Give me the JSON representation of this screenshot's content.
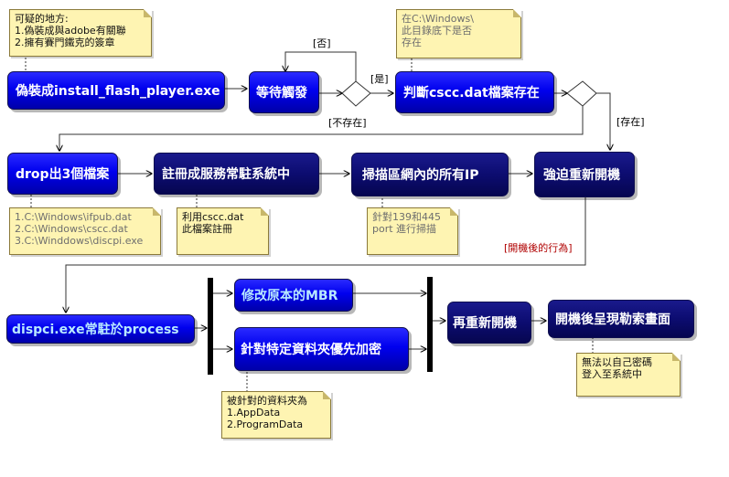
{
  "nodes": {
    "disguise": "偽裝成install_flash_player.exe",
    "wait_trigger": "等待觸發",
    "check_cscc": "判斷cscc.dat檔案存在",
    "drop_files": "drop出3個檔案",
    "register_service": "註冊成服務常駐系統中",
    "scan_ip": "掃描區網內的所有IP",
    "force_reboot": "強迫重新開機",
    "dispci_resident": "dispci.exe常駐於process",
    "modify_mbr": "修改原本的MBR",
    "encrypt_folders": "針對特定資料夾優先加密",
    "reboot_again": "再重新開機",
    "ransom_screen": "開機後呈現勒索畫面"
  },
  "notes": {
    "suspicious": [
      "可疑的地方:",
      "1.偽裝成與adobe有關聯",
      "2.擁有賽門鐵克的簽章"
    ],
    "cscc_location": [
      "在C:\\Windows\\",
      "此目錄底下是否",
      "存在"
    ],
    "dropped_files": [
      "1.C:\\Windows\\ifpub.dat",
      "2.C:\\Windows\\cscc.dat",
      "3.C:\\Winddows\\discpi.exe"
    ],
    "registration": [
      "利用cscc.dat",
      "此檔案註冊"
    ],
    "scan_ports": [
      "針對139和445",
      "port 進行掃描"
    ],
    "target_folders": [
      "被針對的資料夾為",
      "1.AppData",
      "2.ProgramData"
    ],
    "login_blocked": [
      "無法以自己密碼",
      "登入至系統中"
    ]
  },
  "guards": {
    "no": "[否]",
    "yes": "[是]",
    "not_exist": "[不存在]",
    "exist": "[存在]",
    "after_boot": "[開機後的行為]"
  },
  "colors": {
    "node_light": "#0000ee",
    "node_dark": "#0c0c70",
    "note_fill": "#fef4b2",
    "guard_highlight": "#b00000"
  }
}
